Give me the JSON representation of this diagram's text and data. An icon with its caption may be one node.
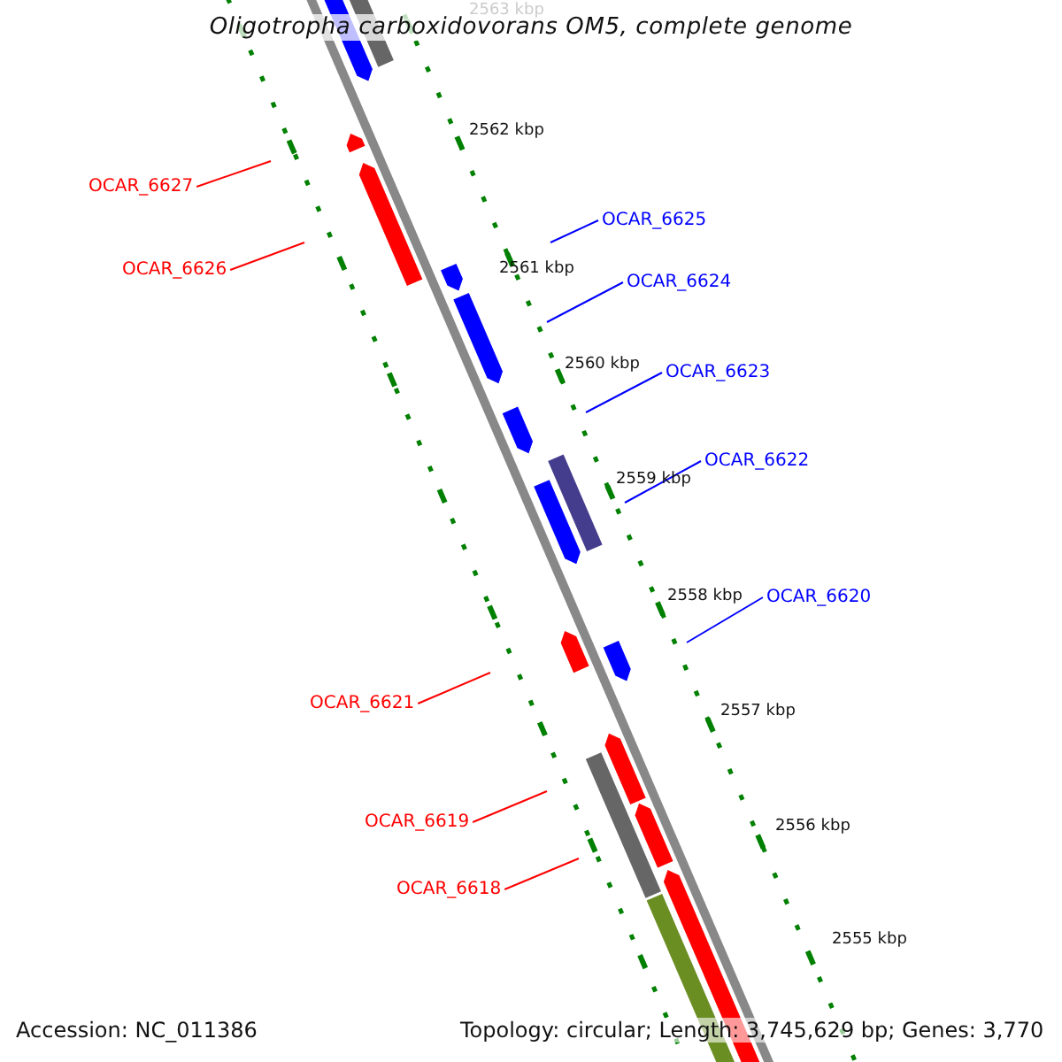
{
  "diagram": {
    "title": "Oligotropha carboxidovorans OM5, complete genome",
    "nodes": [
      {
        "text": [
          "OCAR_6627"
        ]
      },
      {
        "text": [
          "OCAR_6625"
        ]
      },
      {
        "text": [
          "OCAR_6626"
        ]
      },
      {
        "text": [
          "OCAR_6624"
        ]
      },
      {
        "text": [
          "OCAR_6623"
        ]
      },
      {
        "text": [
          "OCAR_6622"
        ]
      },
      {
        "text": [
          "OCAR_6620"
        ]
      },
      {
        "text": [
          "OCAR_6621"
        ]
      },
      {
        "text": [
          "OCAR_6619"
        ]
      },
      {
        "text": [
          "OCAR_6618"
        ]
      }
    ],
    "edges": [
      {
        "from": 0,
        "to": null,
        "arrow": "none",
        "color": "#ff0000"
      },
      {
        "from": 1,
        "to": null,
        "arrow": "none",
        "color": "#0000ff"
      },
      {
        "from": 2,
        "to": null,
        "arrow": "none",
        "color": "#ff0000"
      },
      {
        "from": 3,
        "to": null,
        "arrow": "none",
        "color": "#0000ff"
      },
      {
        "from": 4,
        "to": null,
        "arrow": "none",
        "color": "#0000ff"
      },
      {
        "from": 5,
        "to": null,
        "arrow": "none",
        "color": "#0000ff"
      },
      {
        "from": 6,
        "to": null,
        "arrow": "none",
        "color": "#0000ff"
      },
      {
        "from": 7,
        "to": null,
        "arrow": "none",
        "color": "#ff0000"
      },
      {
        "from": 8,
        "to": null,
        "arrow": "none",
        "color": "#ff0000"
      },
      {
        "from": 9,
        "to": null,
        "arrow": "none",
        "color": "#ff0000"
      }
    ],
    "labels": [
      "2563 kbp",
      "2562 kbp",
      "2561 kbp",
      "2560 kbp",
      "2559 kbp",
      "2558 kbp",
      "2557 kbp",
      "2556 kbp",
      "2555 kbp",
      "Accession: NC_011386",
      "Topology: circular; Length: 3,745,629 bp; Genes: 3,770"
    ]
  }
}
